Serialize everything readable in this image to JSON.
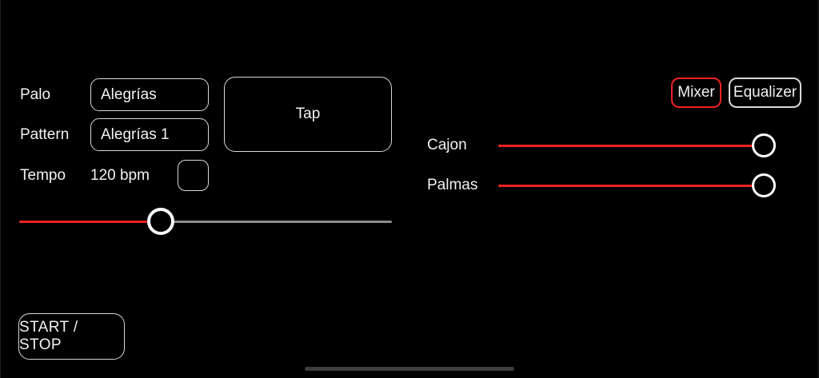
{
  "theme": {
    "background": "#000000",
    "text": "#f2f2f2",
    "outline": "#d8d8d8",
    "accent_red": "#ee2222",
    "track_gray": "#8c8c8c",
    "home_indicator": "#3d3d3d"
  },
  "left_panel": {
    "palo": {
      "label": "Palo",
      "value": "Alegrías"
    },
    "pattern": {
      "label": "Pattern",
      "value": "Alegrías 1"
    },
    "tempo": {
      "label": "Tempo",
      "value": "120 bpm",
      "stepper_name": "tempo-stepper",
      "slider": {
        "name": "tempo-slider",
        "percent": 38
      }
    },
    "tap": {
      "label": "Tap"
    },
    "start_stop": {
      "label": "START / STOP"
    }
  },
  "right_panel": {
    "tabs": [
      {
        "label": "Mixer",
        "active": true
      },
      {
        "label": "Equalizer",
        "active": false
      }
    ],
    "channels": [
      {
        "label": "Cajon",
        "percent": 100
      },
      {
        "label": "Palmas",
        "percent": 100
      }
    ]
  }
}
